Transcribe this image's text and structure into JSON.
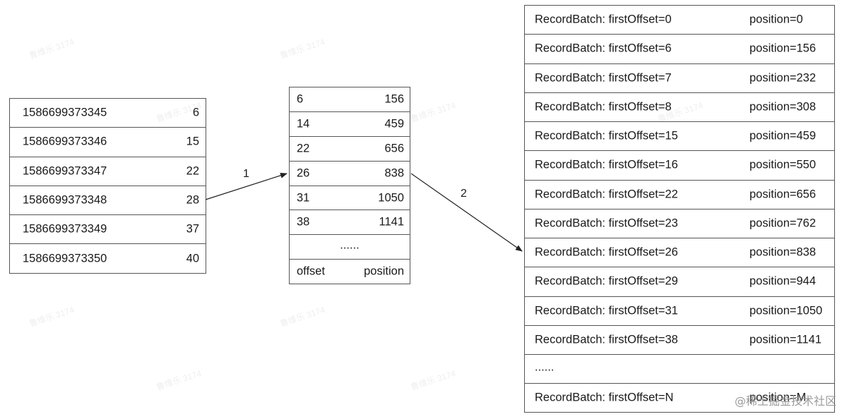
{
  "timestamp_index": {
    "rows": [
      {
        "timestamp": "1586699373345",
        "offset": "6"
      },
      {
        "timestamp": "1586699373346",
        "offset": "15"
      },
      {
        "timestamp": "1586699373347",
        "offset": "22"
      },
      {
        "timestamp": "1586699373348",
        "offset": "28"
      },
      {
        "timestamp": "1586699373349",
        "offset": "37"
      },
      {
        "timestamp": "1586699373350",
        "offset": "40"
      }
    ]
  },
  "offset_index": {
    "rows": [
      {
        "offset": "6",
        "position": "156"
      },
      {
        "offset": "14",
        "position": "459"
      },
      {
        "offset": "22",
        "position": "656"
      },
      {
        "offset": "26",
        "position": "838"
      },
      {
        "offset": "31",
        "position": "1050"
      },
      {
        "offset": "38",
        "position": "1141"
      }
    ],
    "ellipsis": "......",
    "footer": {
      "offset_label": "offset",
      "position_label": "position"
    }
  },
  "log_segment": {
    "rows": [
      {
        "batch": "RecordBatch: firstOffset=0",
        "position": "position=0"
      },
      {
        "batch": "RecordBatch: firstOffset=6",
        "position": "position=156"
      },
      {
        "batch": "RecordBatch: firstOffset=7",
        "position": "position=232"
      },
      {
        "batch": "RecordBatch: firstOffset=8",
        "position": "position=308"
      },
      {
        "batch": "RecordBatch: firstOffset=15",
        "position": "position=459"
      },
      {
        "batch": "RecordBatch: firstOffset=16",
        "position": "position=550"
      },
      {
        "batch": "RecordBatch: firstOffset=22",
        "position": "position=656"
      },
      {
        "batch": "RecordBatch: firstOffset=23",
        "position": "position=762"
      },
      {
        "batch": "RecordBatch: firstOffset=26",
        "position": "position=838"
      },
      {
        "batch": "RecordBatch: firstOffset=29",
        "position": "position=944"
      },
      {
        "batch": "RecordBatch: firstOffset=31",
        "position": "position=1050"
      },
      {
        "batch": "RecordBatch: firstOffset=38",
        "position": "position=1141"
      }
    ],
    "ellipsis": "......",
    "last": {
      "batch": "RecordBatch: firstOffset=N",
      "position": "position=M"
    }
  },
  "arrows": {
    "step1_label": "1",
    "step2_label": "2"
  },
  "watermark_text": "鲁维乐 3174",
  "community_mark": "@稀土掘金技术社区"
}
